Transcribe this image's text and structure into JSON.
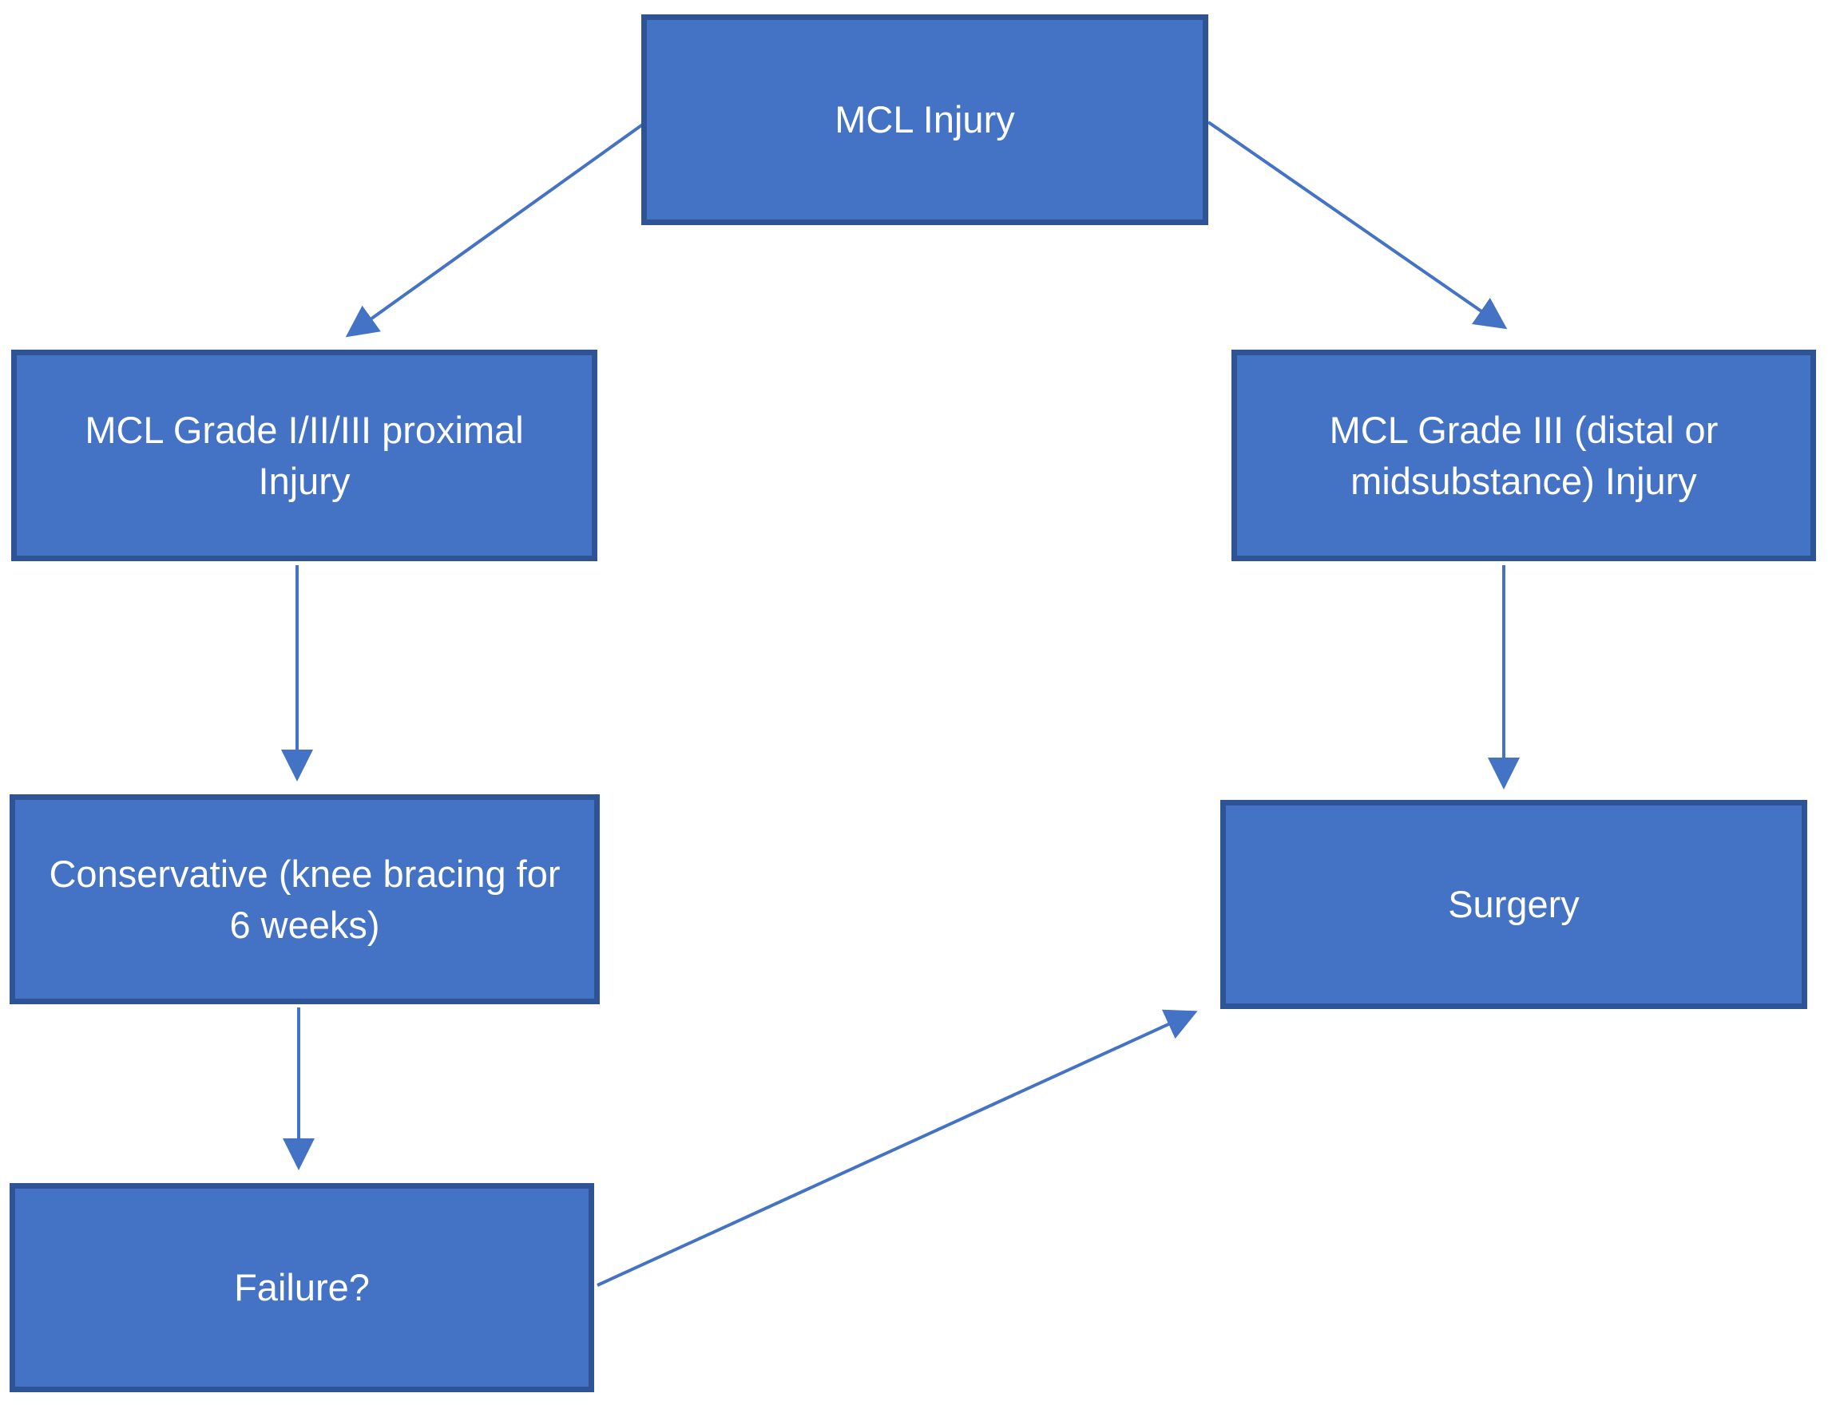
{
  "diagram": {
    "nodes": [
      {
        "id": "mcl-injury",
        "label": "MCL Injury"
      },
      {
        "id": "proximal",
        "label": "MCL Grade I/II/III proximal Injury"
      },
      {
        "id": "grade3",
        "label": "MCL Grade III (distal or midsubstance) Injury"
      },
      {
        "id": "conservative",
        "label": "Conservative (knee bracing for 6 weeks)"
      },
      {
        "id": "surgery",
        "label": "Surgery"
      },
      {
        "id": "failure",
        "label": "Failure?"
      }
    ],
    "edges": [
      {
        "from": "mcl-injury",
        "to": "proximal"
      },
      {
        "from": "mcl-injury",
        "to": "grade3"
      },
      {
        "from": "proximal",
        "to": "conservative"
      },
      {
        "from": "conservative",
        "to": "failure"
      },
      {
        "from": "grade3",
        "to": "surgery"
      },
      {
        "from": "failure",
        "to": "surgery"
      }
    ],
    "colors": {
      "node_fill": "#4472C4",
      "node_border": "#2F5496",
      "arrow": "#4472C4",
      "text": "#FFFFFF"
    }
  }
}
